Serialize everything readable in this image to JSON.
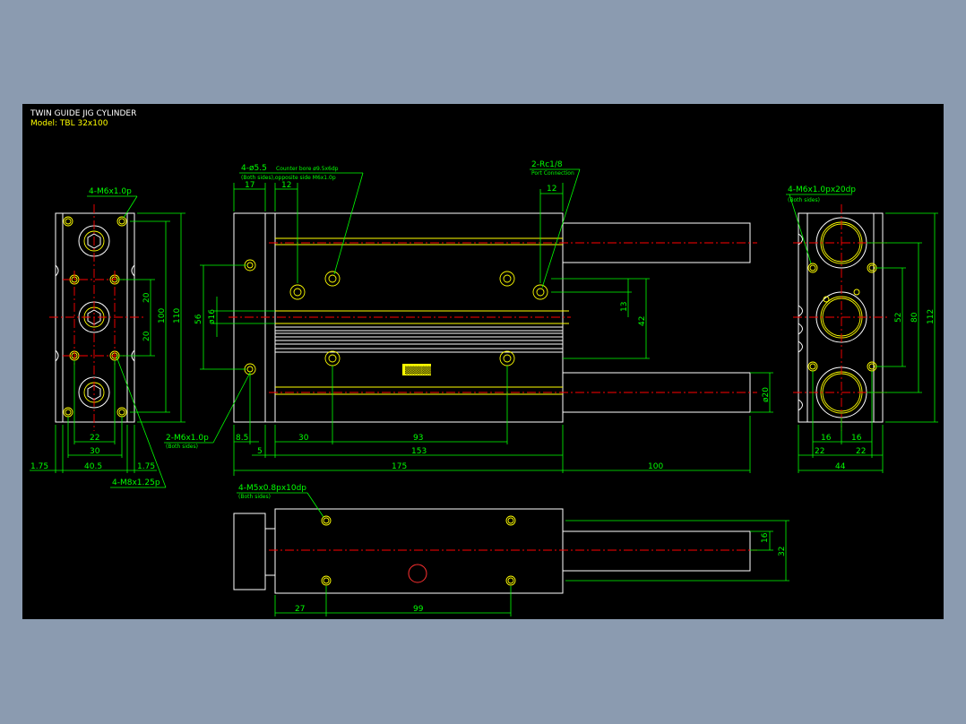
{
  "title": {
    "line1": "TWIN GUIDE JIG CYLINDER",
    "line2": "Model: TBL 32x100"
  },
  "colors": {
    "background": "#000000",
    "outline": "#ffffff",
    "dimension": "#00ff00",
    "hidden": "#ffff00",
    "center": "#ff0000",
    "frame": "#8b9bb0"
  },
  "left_view": {
    "callout_top": "4-M6x1.0p",
    "callout_bottom": "4-M8x1.25p",
    "dims": {
      "d20a": "20",
      "d20b": "20",
      "d100": "100",
      "d110": "110",
      "d22": "22",
      "d30": "30",
      "d40_5": "40.5",
      "d1_75a": "1.75",
      "d1_75b": "1.75"
    }
  },
  "front_view": {
    "callout_holes": "4-ø5.5",
    "callout_holes_cb": "Counter bore ø9.5x6dp",
    "callout_holes_note": "(Both sides),opposite side M6x1.0p",
    "callout_port": "2-Rc1/8",
    "callout_port_note": "Port Connection",
    "callout_side": "2-M6x1.0p",
    "callout_side_note": "(Both sides)",
    "label_plate": "▒▒▒▒▒",
    "dims": {
      "d17": "17",
      "d12a": "12",
      "d12b": "12",
      "d56": "56",
      "d16": "ø16",
      "d13": "13",
      "d42": "42",
      "d20": "ø20",
      "d8_5": "8.5",
      "d5": "5",
      "d30": "30",
      "d93": "93",
      "d153": "153",
      "d175": "175",
      "d100": "100"
    }
  },
  "right_view": {
    "callout": "4-M6x1.0px20dp",
    "callout_note": "(Both sides)",
    "dims": {
      "d52": "52",
      "d80": "80",
      "d112": "112",
      "d16a": "16",
      "d16b": "16",
      "d22a": "22",
      "d22b": "22",
      "d44": "44"
    }
  },
  "bottom_view": {
    "callout": "4-M5x0.8px10dp",
    "callout_note": "(Both sides)",
    "dims": {
      "d16": "16",
      "d32": "32",
      "d27": "27",
      "d99": "99"
    }
  }
}
